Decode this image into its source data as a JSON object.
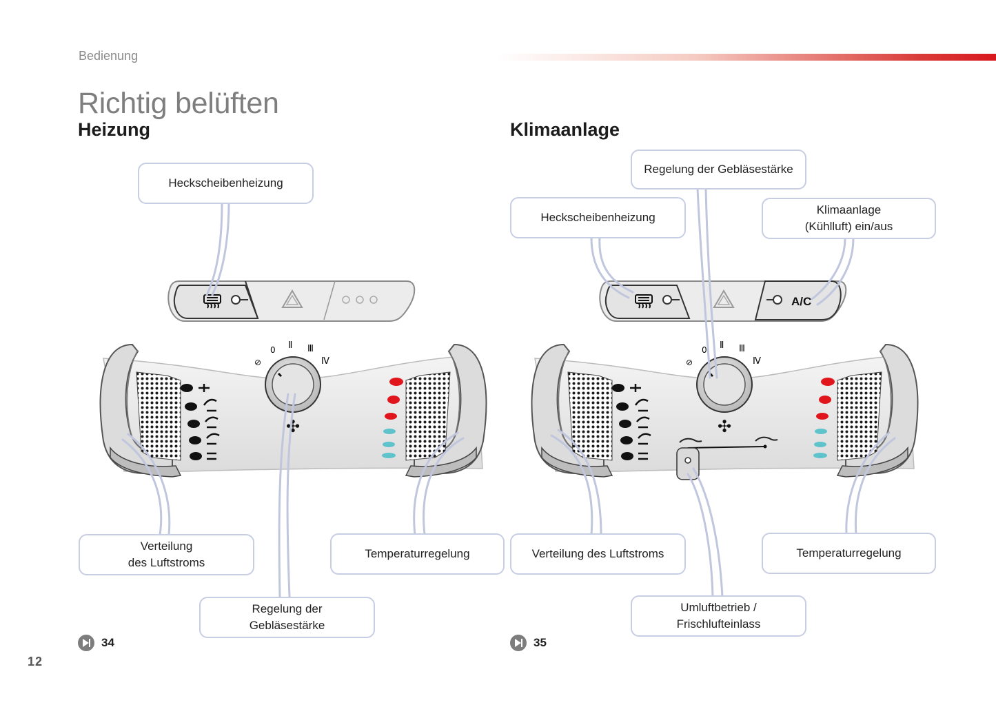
{
  "header": {
    "section": "Bedienung",
    "accent_color": "#d8191e"
  },
  "page_title": "Richtig belüften",
  "heizung": {
    "heading": "Heizung",
    "callouts": {
      "rear_window": "Heckscheibenheizung",
      "air_distribution": "Verteilung\ndes Luftstroms",
      "temperature": "Temperaturregelung",
      "blower": "Regelung der\nGebläsestärke"
    },
    "page_ref": "34"
  },
  "klimaanlage": {
    "heading": "Klimaanlage",
    "callouts": {
      "blower": "Regelung der Gebläsestärke",
      "rear_window": "Heckscheibenheizung",
      "ac": "Klimaanlage\n(Kühlluft) ein/aus",
      "air_distribution": "Verteilung des Luftstroms",
      "temperature": "Temperaturregelung",
      "recirculation": "Umluftbetrieb /\nFrischlufteinlass"
    },
    "ac_button_label": "A/C",
    "page_ref": "35"
  },
  "page_number": "12",
  "colors": {
    "callout_border": "#c7cde3",
    "leader_line": "#c0c6de",
    "temp_hot": "#e0161c",
    "temp_cold": "#5fc3cc",
    "panel_gray": "#e8e8e8"
  },
  "icons": [
    "rear-defrost-icon",
    "hazard-icon",
    "fan-icon",
    "arrow-icon"
  ]
}
